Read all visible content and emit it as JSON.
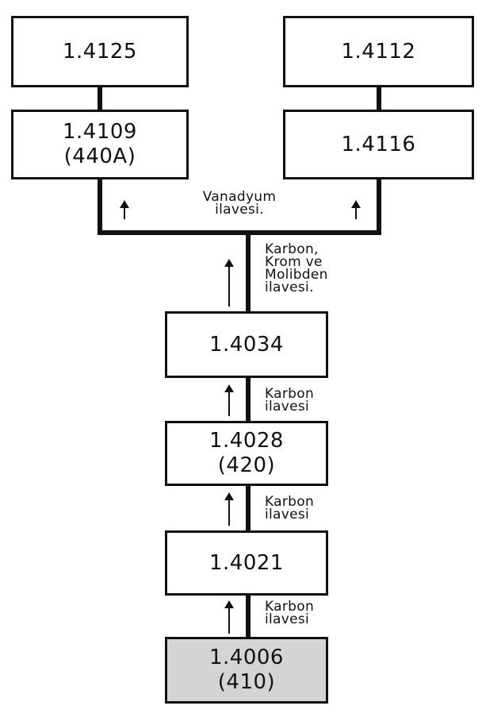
{
  "boxes": {
    "b4125": {
      "line1": "1.4125"
    },
    "b4112": {
      "line1": "1.4112"
    },
    "b4109": {
      "line1": "1.4109",
      "line2": "(440A)"
    },
    "b4116": {
      "line1": "1.4116"
    },
    "b4034": {
      "line1": "1.4034"
    },
    "b4028": {
      "line1": "1.4028",
      "line2": "(420)"
    },
    "b4021": {
      "line1": "1.4021"
    },
    "b4006": {
      "line1": "1.4006",
      "line2": "(410)"
    }
  },
  "labels": {
    "vanadyum": {
      "line1": "Vanadyum",
      "line2": "ilavesi."
    },
    "karbon_krom": {
      "line1": "Karbon,",
      "line2": "Krom ve",
      "line3": "Molibden",
      "line4": "ilavesi."
    },
    "karbon1": {
      "line1": "Karbon",
      "line2": "ilavesi"
    },
    "karbon2": {
      "line1": "Karbon",
      "line2": "ilavesi"
    },
    "karbon3": {
      "line1": "Karbon",
      "line2": "ilavesi"
    }
  },
  "colors": {
    "line": "#111111",
    "base_box_fill": "#d4d4d4",
    "box_fill": "#ffffff"
  }
}
